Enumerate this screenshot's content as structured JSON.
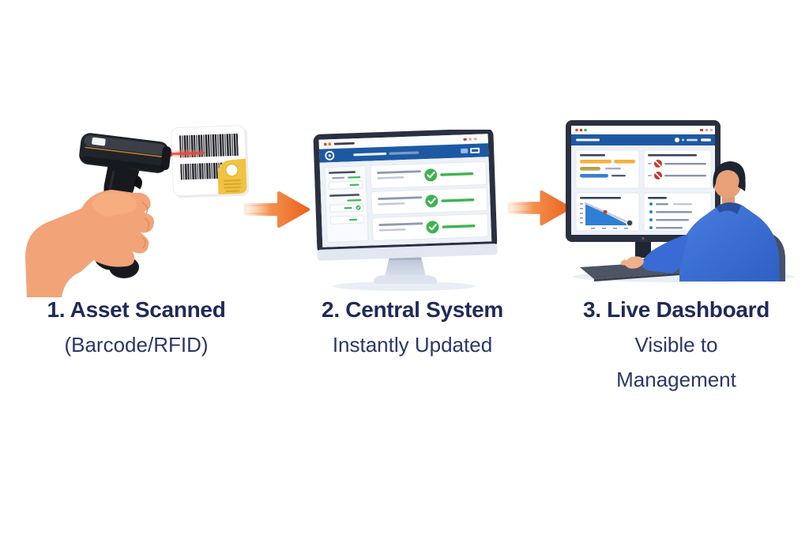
{
  "diagram": {
    "type": "process-flow",
    "background_color": "#ffffff",
    "text_color": "#1f2a5a",
    "arrow_color": "#ee6c1f",
    "steps": [
      {
        "title": "1. Asset Scanned",
        "subtitle": "(Barcode/RFID)",
        "illustration": "hand-holding-barcode-scanner-scanning-label"
      },
      {
        "title": "2. Central System",
        "subtitle": "Instantly Updated",
        "illustration": "desktop-monitor-with-three-success-records"
      },
      {
        "title": "3. Live Dashboard",
        "subtitle": "Visible to Management",
        "illustration": "manager-viewing-analytics-dashboard"
      }
    ],
    "illustration_colors": {
      "blue_header": "#1d59a3",
      "success_green": "#3db44f",
      "alert_red": "#cf3425",
      "bar_yellow": "#f3b13d",
      "bar_olive": "#b3a248",
      "bar_blue": "#3a7fd4",
      "chart_area_blue": "#2f7fd6",
      "laser_red": "#e8473a",
      "tag_yellow": "#f1c340",
      "shirt_blue": "#3a6bd4",
      "monitor_bezel": "#2a303f",
      "skin_tone": "#f2a478"
    }
  }
}
